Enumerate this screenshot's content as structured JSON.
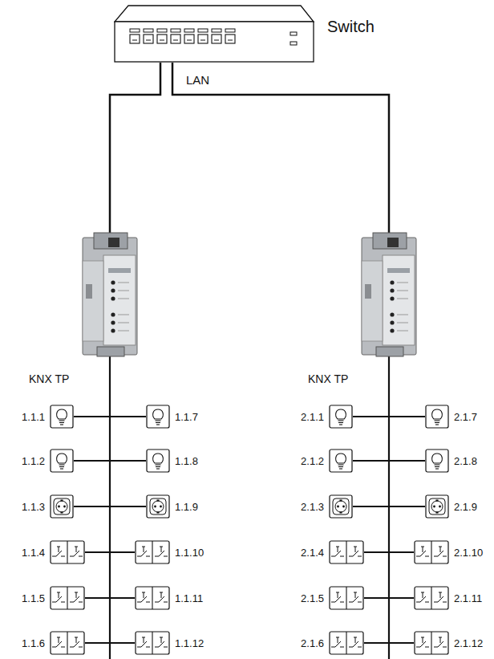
{
  "diagram": {
    "nodes": [
      {
        "text": [
          "Switch"
        ]
      },
      {
        "text": [
          "1.1.1"
        ]
      },
      {
        "text": [
          "1.1.7"
        ]
      },
      {
        "text": [
          "1.1.2"
        ]
      },
      {
        "text": [
          "1.1.8"
        ]
      },
      {
        "text": [
          "1.1.3"
        ]
      },
      {
        "text": [
          "1.1.9"
        ]
      },
      {
        "text": [
          "1.1.4"
        ]
      },
      {
        "text": [
          "1.1.10"
        ]
      },
      {
        "text": [
          "1.1.5"
        ]
      },
      {
        "text": [
          "1.1.11"
        ]
      },
      {
        "text": [
          "1.1.6"
        ]
      },
      {
        "text": [
          "1.1.12"
        ]
      },
      {
        "text": [
          "2.1.1"
        ]
      },
      {
        "text": [
          "2.1.7"
        ]
      },
      {
        "text": [
          "2.1.2"
        ]
      },
      {
        "text": [
          "2.1.8"
        ]
      },
      {
        "text": [
          "2.1.3"
        ]
      },
      {
        "text": [
          "2.1.9"
        ]
      },
      {
        "text": [
          "2.1.4"
        ]
      },
      {
        "text": [
          "2.1.10"
        ]
      },
      {
        "text": [
          "2.1.5"
        ]
      },
      {
        "text": [
          "2.1.11"
        ]
      },
      {
        "text": [
          "2.1.6"
        ]
      },
      {
        "text": [
          "2.1.12"
        ]
      }
    ],
    "labels": [
      "LAN",
      "KNX TP",
      "KNX TP"
    ]
  }
}
